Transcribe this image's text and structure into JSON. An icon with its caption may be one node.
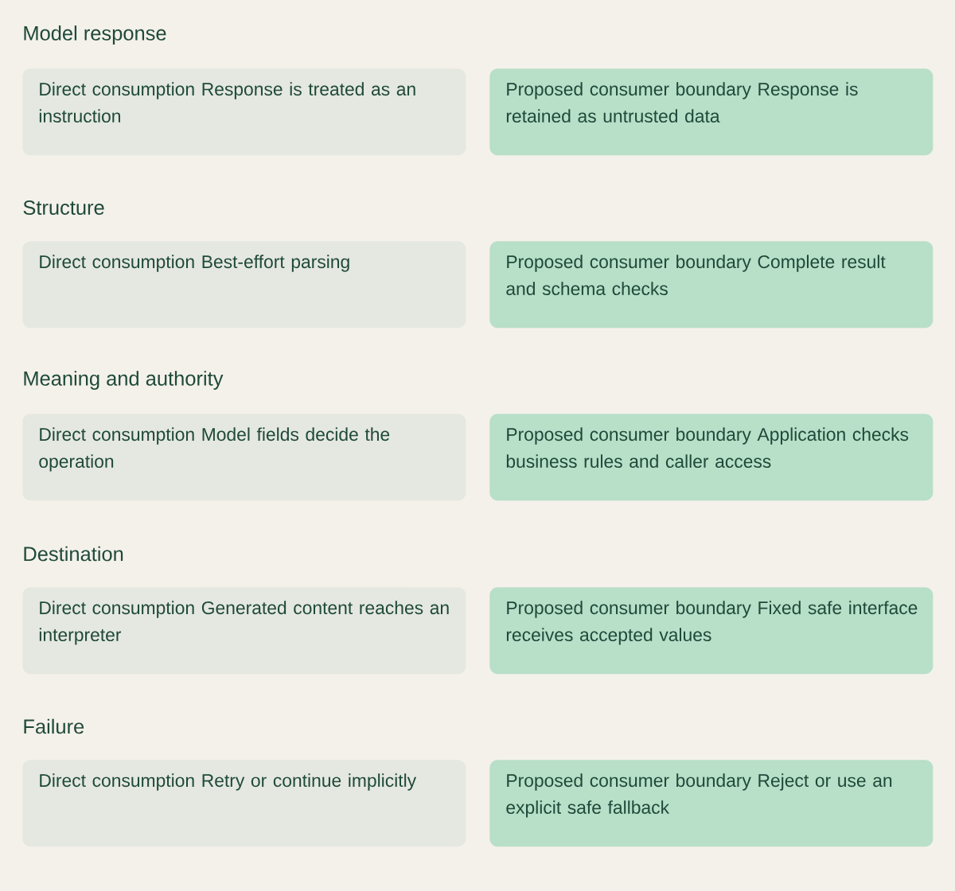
{
  "diagram": {
    "nodes": [
      {
        "text": [
          "Direct consumption Response is treated as an instruction"
        ]
      },
      {
        "text": [
          "Proposed consumer boundary Response is retained as untrusted data"
        ]
      },
      {
        "text": [
          "Direct consumption Best-effort parsing"
        ]
      },
      {
        "text": [
          "Proposed consumer boundary Complete result and schema checks"
        ]
      },
      {
        "text": [
          "Direct consumption Model fields decide the operation"
        ]
      },
      {
        "text": [
          "Proposed consumer boundary Application checks business rules and caller access"
        ]
      },
      {
        "text": [
          "Direct consumption Generated content reaches an interpreter"
        ]
      },
      {
        "text": [
          "Proposed consumer boundary Fixed safe interface receives accepted values"
        ]
      },
      {
        "text": [
          "Direct consumption Retry or continue implicitly"
        ]
      },
      {
        "text": [
          "Proposed consumer boundary Reject or use an explicit safe fallback"
        ]
      }
    ],
    "labels": [
      "Model response",
      "Structure",
      "Meaning and authority",
      "Destination",
      "Failure"
    ]
  }
}
